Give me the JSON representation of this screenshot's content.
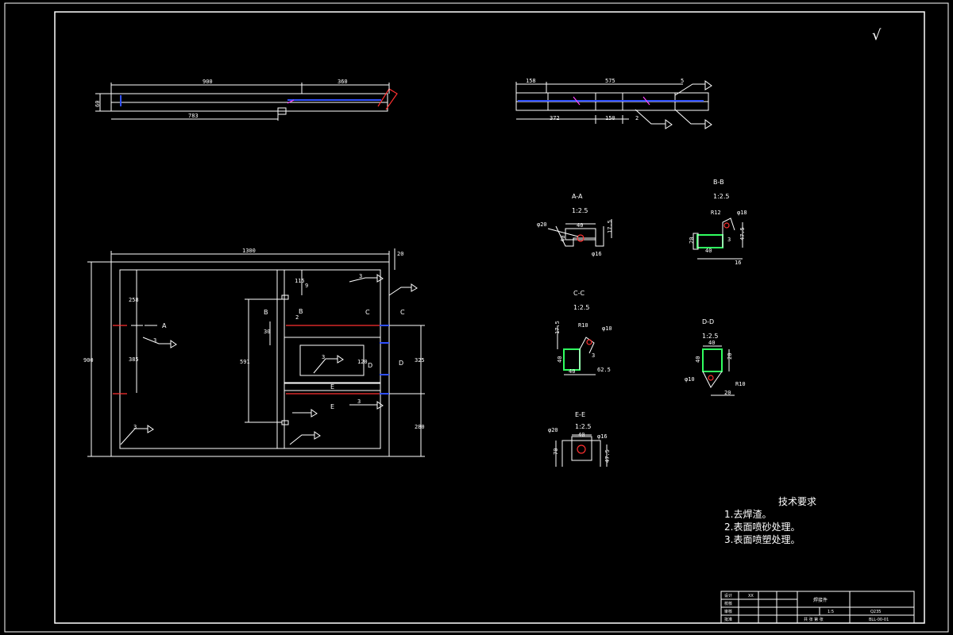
{
  "surface_symbol": "√",
  "top_left_view": {
    "dims": [
      "900",
      "360",
      "60",
      "783"
    ]
  },
  "top_right_view": {
    "dims": [
      "158",
      "575",
      "5",
      "372",
      "150",
      "2"
    ]
  },
  "main_view": {
    "dims": [
      "1300",
      "20",
      "900",
      "258",
      "385",
      "591",
      "115",
      "9",
      "30",
      "2",
      "120",
      "325",
      "280"
    ],
    "labels": [
      "A",
      "B",
      "B",
      "C",
      "C",
      "D",
      "D",
      "E",
      "E"
    ],
    "weld": "3"
  },
  "sections": {
    "aa": {
      "title": "A-A",
      "scale": "1:2.5",
      "dims": [
        "40",
        "17.5",
        "40",
        "φ16",
        "φ20"
      ]
    },
    "bb": {
      "title": "B-B",
      "scale": "1:2.5",
      "dims": [
        "R12",
        "φ18",
        "20",
        "47.5",
        "3",
        "40",
        "16"
      ]
    },
    "cc": {
      "title": "C-C",
      "scale": "1:2.5",
      "dims": [
        "R10",
        "φ10",
        "17.5",
        "40",
        "3",
        "40",
        "62.5"
      ]
    },
    "dd": {
      "title": "D-D",
      "scale": "1:2.5",
      "dims": [
        "40",
        "20",
        "40",
        "φ10",
        "R10",
        "20"
      ]
    },
    "ee": {
      "title": "E-E",
      "scale": "1:2.5",
      "dims": [
        "φ20",
        "40",
        "φ16",
        "70",
        "47.5"
      ]
    }
  },
  "tech_requirements": {
    "title": "技术要求",
    "items": [
      "1.去焊渣。",
      "2.表面喷砂处理。",
      "3.表面喷塑处理。"
    ]
  },
  "title_block": {
    "rows": [
      "设计",
      "校核",
      "审核",
      "批准"
    ],
    "designer": "XX",
    "part_name": "焊接件",
    "scale": "1:5",
    "material": "Q235",
    "sheet": "共 张 第 张",
    "drawing_no": "BLL-00-01"
  }
}
